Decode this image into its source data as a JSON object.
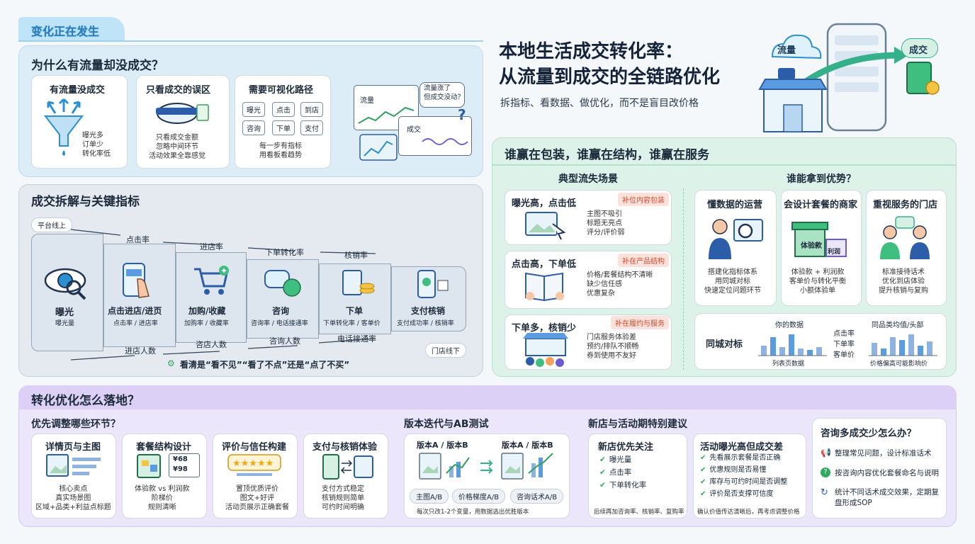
{
  "badge": "变化正在发生",
  "title": {
    "line1": "本地生活成交转化率：",
    "line2": "从流量到成交的全链路优化",
    "subtitle": "拆指标、看数据、做优化，而不是盲目改价格",
    "hero_left": "流量",
    "hero_right": "成交"
  },
  "why": {
    "title": "为什么有流量却没成交？",
    "cards": [
      {
        "title": "有流量没成交",
        "text": "曝光多\n订单少\n转化率低"
      },
      {
        "title": "只看成交的误区",
        "text": "只看成交金额\n忽略中间环节\n活动效果全靠感觉"
      },
      {
        "title": "需要可视化路径",
        "text": "每一步有指标\n用看板看趋势"
      }
    ],
    "flow": [
      "曝光",
      "点击",
      "到店",
      "咨询",
      "下单",
      "支付"
    ],
    "mini_traffic": "流量",
    "mini_deal": "成交",
    "bubble": "流量涨了\n但成交没动？"
  },
  "funnel": {
    "title": "成交拆解与关键指标",
    "online": "平台线上",
    "rates_top": [
      "点击率",
      "进店率",
      "下单转化率",
      "核销率"
    ],
    "stages": [
      {
        "name": "曝光",
        "sub": "曝光量"
      },
      {
        "name": "点击进店/进页",
        "sub": "点击率 / 进店率"
      },
      {
        "name": "加购/收藏",
        "sub": "加购率 / 收藏率"
      },
      {
        "name": "咨询",
        "sub": "咨询率 / 电话接通率"
      },
      {
        "name": "下单",
        "sub": "下单转化率 / 客单价"
      },
      {
        "name": "支付核销",
        "sub": "支付成功率 / 核销率"
      }
    ],
    "rates_bottom": [
      "电话接通率",
      "咨询人数",
      "咨店人数",
      "进店人数"
    ],
    "offline": "门店线下",
    "note": "看清是“看不见”“看了不点”还是“点了不买”"
  },
  "who": {
    "title": "谁赢在包装，谁赢在结构，谁赢在服务",
    "left_title": "典型流失场景",
    "scenes": [
      {
        "title": "曝光高，点击低",
        "tag": "补位内容包装",
        "text": "主图不吸引\n标题无亮点\n评分/评价弱"
      },
      {
        "title": "点击高，下单低",
        "tag": "补在产品结构",
        "text": "价格/套餐结构不清晰\n缺少信任感\n优惠复杂"
      },
      {
        "title": "下单多，核销少",
        "tag": "补在履约与服务",
        "text": "门店服务体验差\n预约/排队不顺畅\n券到使用不友好"
      }
    ],
    "right_title": "谁能拿到优势？",
    "winners": [
      {
        "title": "懂数据的运营",
        "text": "搭建化指标体系\n用同城对标\n快速定位问题环节"
      },
      {
        "title": "会设计套餐的商家",
        "text": "体验款 + 利润款\n客单价与转化平衡\n小额体验单"
      },
      {
        "title": "重视服务的门店",
        "text": "标准接待话术\n优化到店体验\n提升核销与复购"
      }
    ],
    "box1_label": "体验款",
    "box2_label": "利润",
    "compare": {
      "title": "同城对标",
      "chart1": "你的数据",
      "legend": [
        "点击率",
        "下单率",
        "客单价"
      ],
      "caption1": "列表页数据",
      "chart2": "同品类均值/头部",
      "caption2": "价格偏高可能影响价"
    }
  },
  "opt": {
    "title": "转化优化怎么落地？",
    "prio_title": "优先调整哪些环节？",
    "prio": [
      {
        "title": "详情页与主图",
        "text": "核心卖点\n真实场景图\n区域+品类+利益点标题"
      },
      {
        "title": "套餐结构设计",
        "text": "体验款 vs 利润款\n阶梯价\n规则清晰"
      },
      {
        "title": "评价与信任构建",
        "text": "置顶优质评价\n图文+好评\n活动页展示正确套餐"
      },
      {
        "title": "支付与核销体验",
        "text": "支付方式稳定\n核销规则简单\n可约时间明确"
      }
    ],
    "price_a": "¥68\n¥98",
    "ab_title": "版本迭代与AB测试",
    "ab_left": "版本A / 版本B",
    "ab_right": "版本A / 版本B",
    "ab_pills": [
      "主图A/B",
      "价格梯度A/B",
      "咨询话术A/B"
    ],
    "ab_note": "每次只改1-2个变量，用数据选出优胜版本",
    "newshop_title": "新店与活动期特别建议",
    "newshop": {
      "title": "新店优先关注",
      "items": [
        "曝光量",
        "点击率",
        "下单转化率"
      ],
      "note": "后续再加咨询率、核销率、复购率"
    },
    "event": {
      "title": "活动曝光高但成交差",
      "items": [
        "先看展示套餐是否正确",
        "优惠规则是否易懂",
        "库存与可约时间是否调整",
        "评价是否支撑可信度"
      ],
      "note": "确认价值传达清晰后，再考虑调整价格"
    },
    "consult": {
      "title": "咨询多成交少怎么办？",
      "items": [
        "整理常见问题，设计标准话术",
        "按咨询内容优化套餐命名与说明",
        "统计不同话术成交效果，定期复盘形成SOP"
      ]
    }
  },
  "colors": {
    "blue_panel": "#dff0fb",
    "green_panel": "#dff4ec",
    "purple_panel": "#ece6fb",
    "accent": "#2c9bd6"
  }
}
